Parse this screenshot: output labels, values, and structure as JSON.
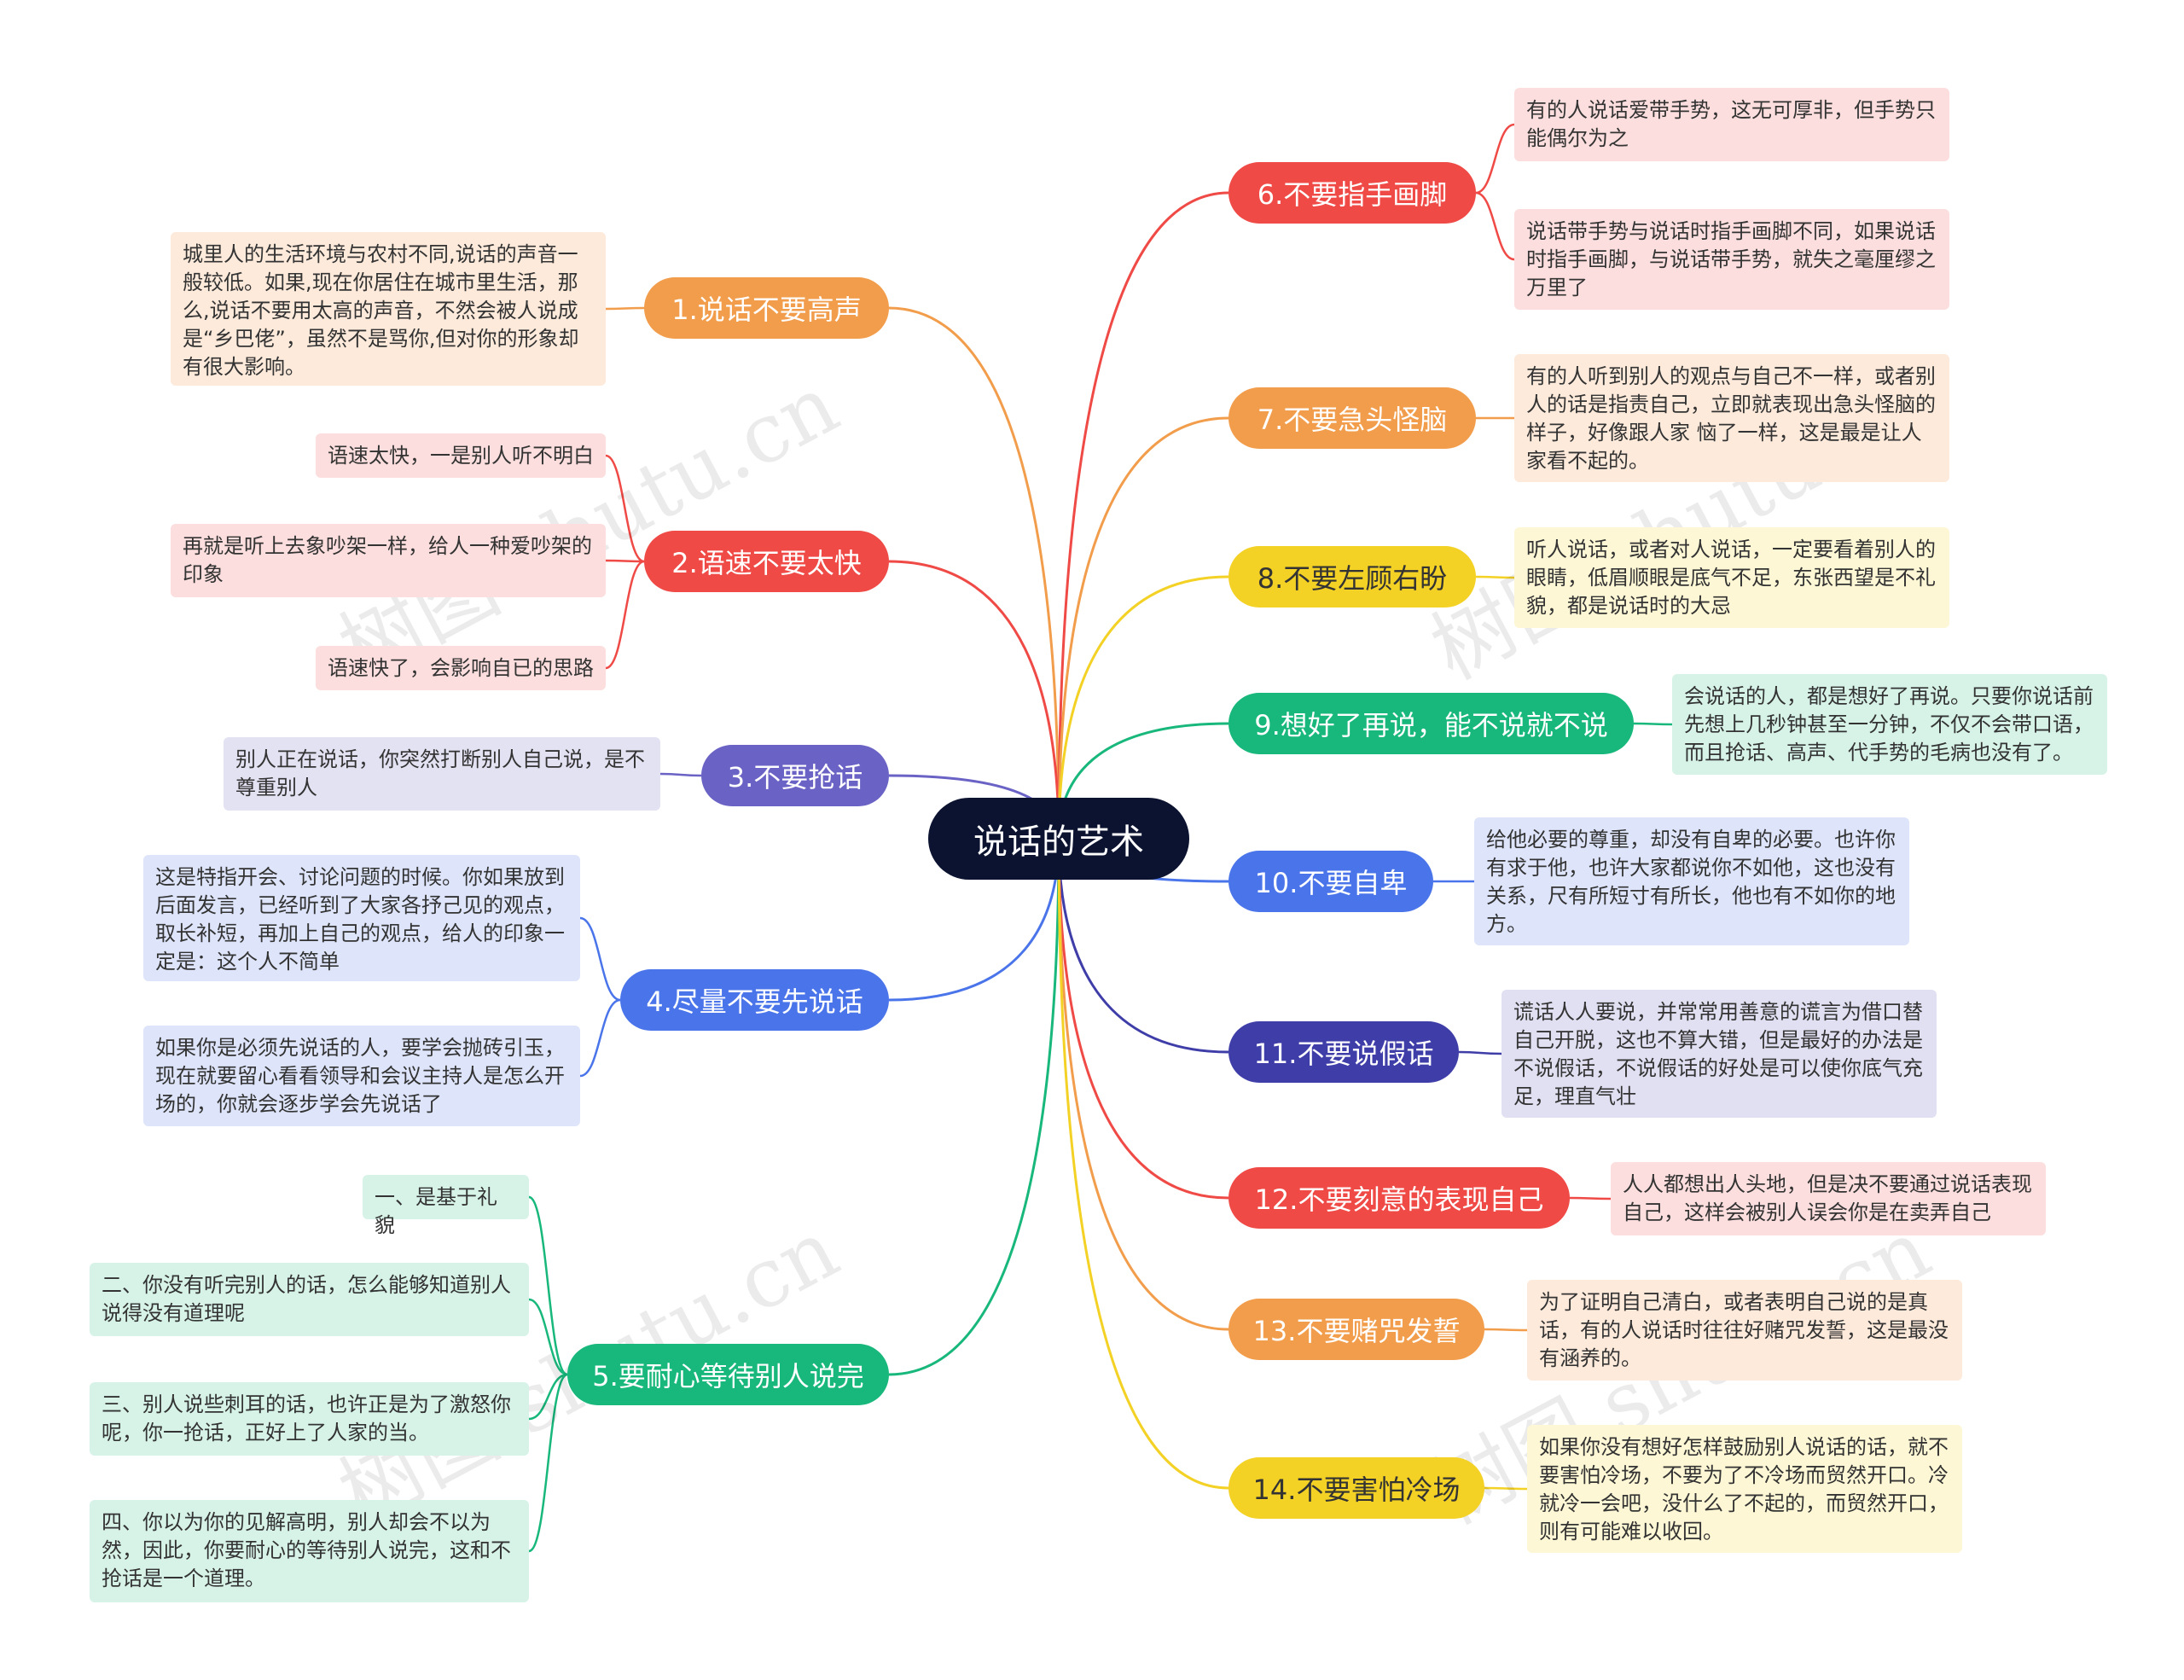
{
  "root": "说话的艺术",
  "colors": {
    "orange": "#f29d4b",
    "red": "#ef4a46",
    "purple": "#6a63c5",
    "blue": "#4a74ea",
    "green": "#18b77b",
    "yellow": "#f3d125",
    "navy": "#3f3ea9",
    "root": "#0b1330"
  },
  "branches": [
    {
      "label": "1.说话不要高声",
      "notes": [
        "城里人的生活环境与农村不同,说话的声音一般较低。如果,现在你居住在城市里生活，那么,说话不要用太高的声音，不然会被人说成是“乡巴佬”，虽然不是骂你,但对你的形象却有很大影响。"
      ]
    },
    {
      "label": "2.语速不要太快",
      "notes": [
        "语速太快，一是别人听不明白",
        "再就是听上去象吵架一样，给人一种爱吵架的印象",
        "语速快了，会影响自已的思路"
      ]
    },
    {
      "label": "3.不要抢话",
      "notes": [
        "别人正在说话，你突然打断别人自己说，是不尊重别人"
      ]
    },
    {
      "label": "4.尽量不要先说话",
      "notes": [
        "这是特指开会、讨论问题的时候。你如果放到后面发言，已经听到了大家各抒己见的观点，取长补短，再加上自己的观点，给人的印象一定是：这个人不简单",
        "如果你是必须先说话的人，要学会抛砖引玉，现在就要留心看看领导和会议主持人是怎么开场的，你就会逐步学会先说话了"
      ]
    },
    {
      "label": "5.要耐心等待别人说完",
      "notes": [
        "一、是基于礼貌",
        "二、你没有听完别人的话，怎么能够知道别人说得没有道理呢",
        "三、别人说些刺耳的话，也许正是为了激怒你呢，你一抢话，正好上了人家的当。",
        "四、你以为你的见解高明，别人却会不以为然，因此，你要耐心的等待别人说完，这和不抢话是一个道理。"
      ]
    },
    {
      "label": "6.不要指手画脚",
      "notes": [
        "有的人说话爱带手势，这无可厚非，但手势只能偶尔为之",
        "说话带手势与说话时指手画脚不同，如果说话时指手画脚，与说话带手势，就失之毫厘缪之万里了"
      ]
    },
    {
      "label": "7.不要急头怪脑",
      "notes": [
        "有的人听到别人的观点与自己不一样，或者别人的话是指责自己，立即就表现出急头怪脑的样子，好像跟人家 恼了一样，这是最是让人家看不起的。"
      ]
    },
    {
      "label": "8.不要左顾右盼",
      "notes": [
        "听人说话，或者对人说话，一定要看着别人的眼睛，低眉顺眼是底气不足，东张西望是不礼貌，都是说话时的大忌"
      ]
    },
    {
      "label": "9.想好了再说，能不说就不说",
      "notes": [
        "会说话的人，都是想好了再说。只要你说话前先想上几秒钟甚至一分钟，不仅不会带口语，而且抢话、高声、代手势的毛病也没有了。"
      ]
    },
    {
      "label": "10.不要自卑",
      "notes": [
        "给他必要的尊重，却没有自卑的必要。也许你有求于他，也许大家都说你不如他，这也没有关系，尺有所短寸有所长，他也有不如你的地方。"
      ]
    },
    {
      "label": "11.不要说假话",
      "notes": [
        "谎话人人要说，并常常用善意的谎言为借口替自己开脱，这也不算大错，但是最好的办法是不说假话，不说假话的好处是可以使你底气充足，理直气壮"
      ]
    },
    {
      "label": "12.不要刻意的表现自己",
      "notes": [
        "人人都想出人头地，但是决不要通过说话表现自己，这样会被别人误会你是在卖弄自己"
      ]
    },
    {
      "label": "13.不要赌咒发誓",
      "notes": [
        "为了证明自己清白，或者表明自己说的是真话，有的人说话时往往好赌咒发誓，这是最没有涵养的。"
      ]
    },
    {
      "label": "14.不要害怕冷场",
      "notes": [
        "如果你没有想好怎样鼓励别人说话的话，就不要害怕冷场，不要为了不冷场而贸然开口。冷就冷一会吧，没什么了不起的，而贸然开口，则有可能难以收回。"
      ]
    }
  ],
  "watermark": "树图 shutu.cn"
}
